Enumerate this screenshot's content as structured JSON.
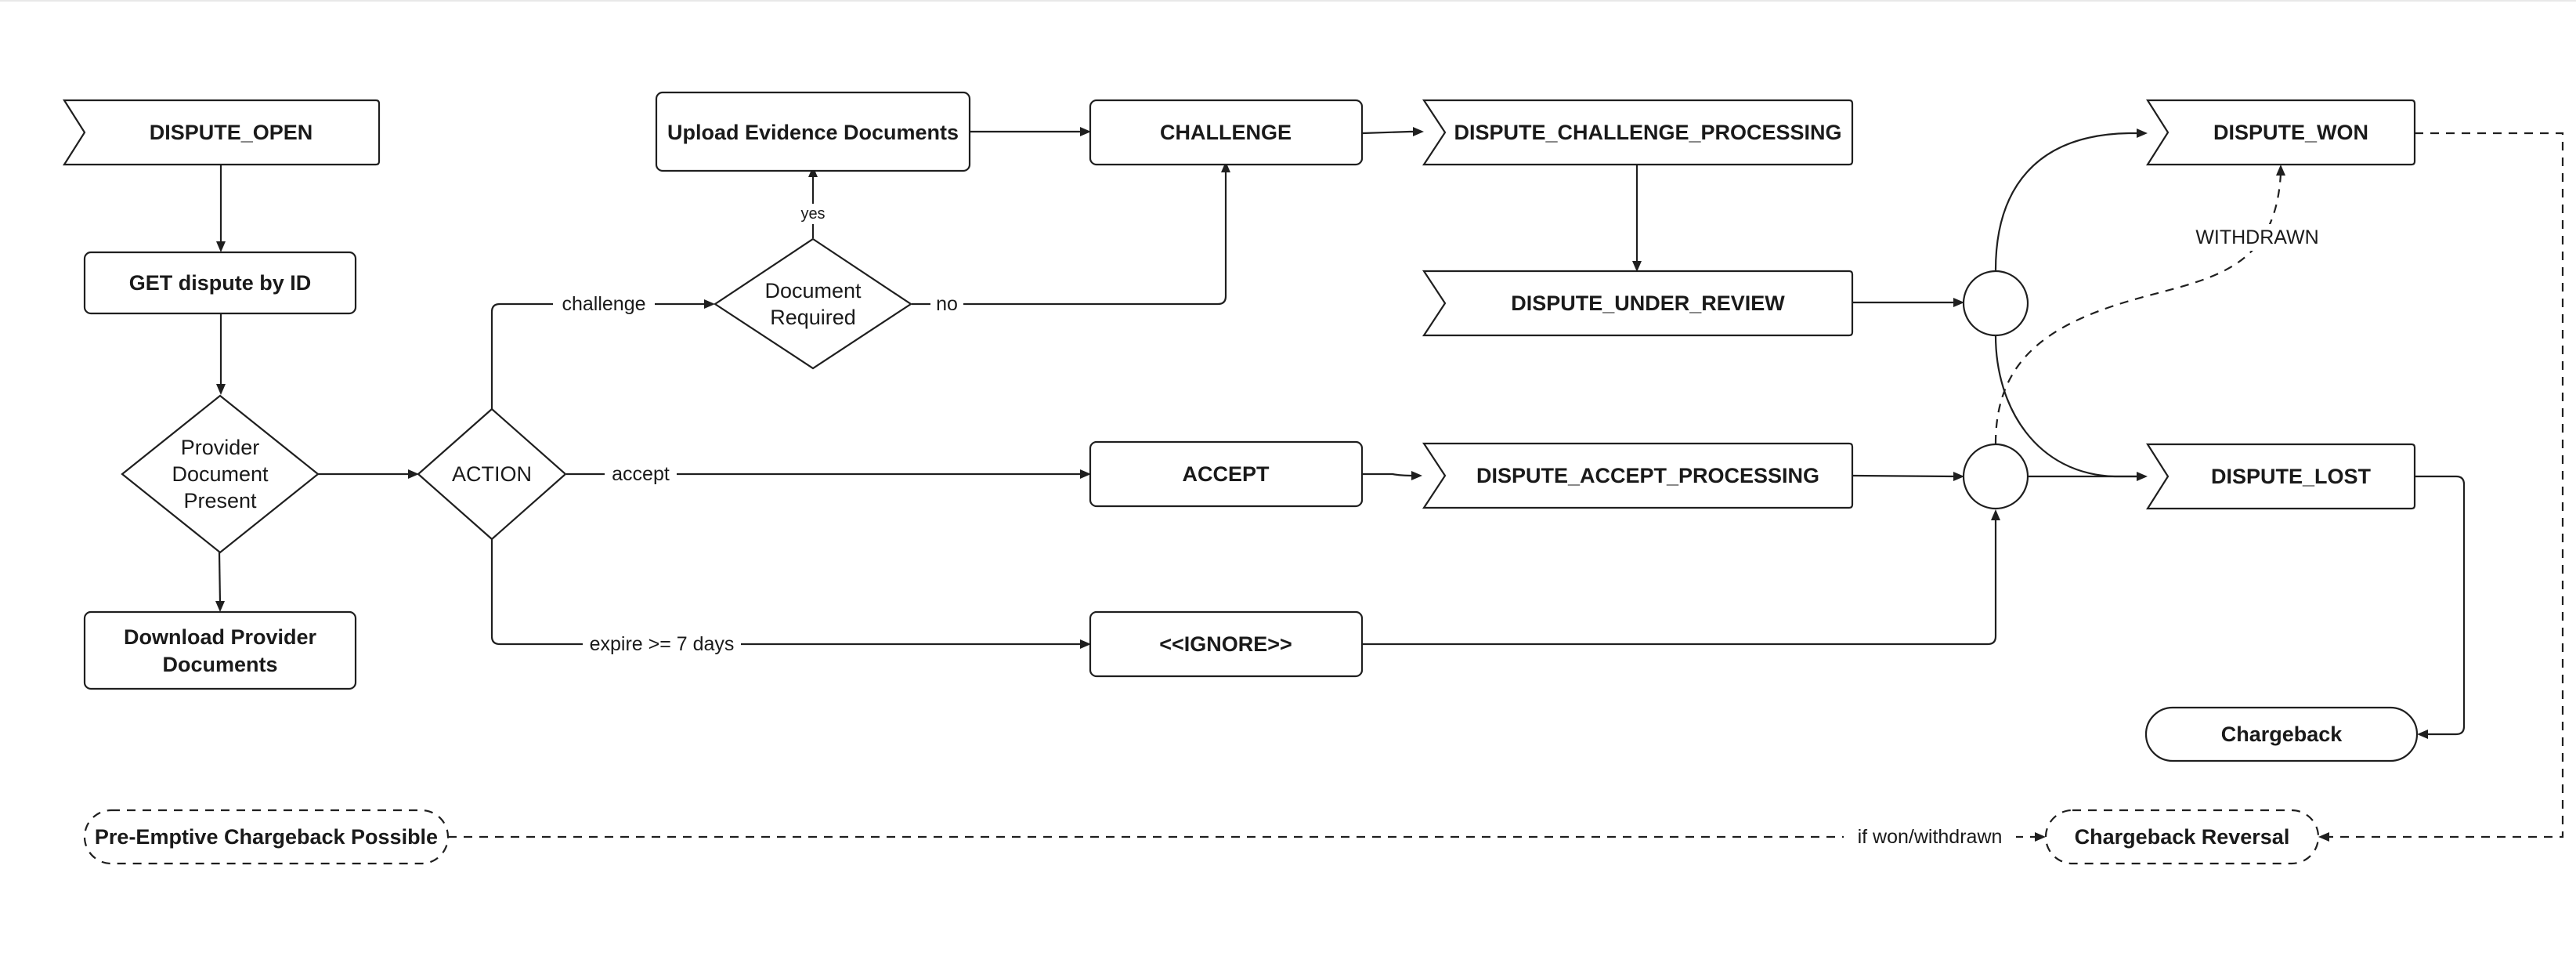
{
  "nodes": {
    "dispute_open": "DISPUTE_OPEN",
    "get_dispute": "GET dispute by ID",
    "provider_doc_present": [
      "Provider",
      "Document",
      "Present"
    ],
    "download_docs": [
      "Download Provider",
      "Documents"
    ],
    "action": "ACTION",
    "document_required": [
      "Document",
      "Required"
    ],
    "upload_evidence": "Upload Evidence Documents",
    "challenge": "CHALLENGE",
    "accept": "ACCEPT",
    "ignore": "<<IGNORE>>",
    "dispute_challenge_processing": "DISPUTE_CHALLENGE_PROCESSING",
    "dispute_under_review": "DISPUTE_UNDER_REVIEW",
    "dispute_accept_processing": "DISPUTE_ACCEPT_PROCESSING",
    "dispute_won": "DISPUTE_WON",
    "dispute_lost": "DISPUTE_LOST",
    "chargeback": "Chargeback",
    "pre_emptive": "Pre-Emptive Chargeback Possible",
    "chargeback_reversal": "Chargeback Reversal"
  },
  "edge_labels": {
    "challenge": "challenge",
    "accept": "accept",
    "expire": "expire >= 7 days",
    "yes": "yes",
    "no": "no",
    "withdrawn": "WITHDRAWN",
    "if_won": "if won/withdrawn"
  }
}
